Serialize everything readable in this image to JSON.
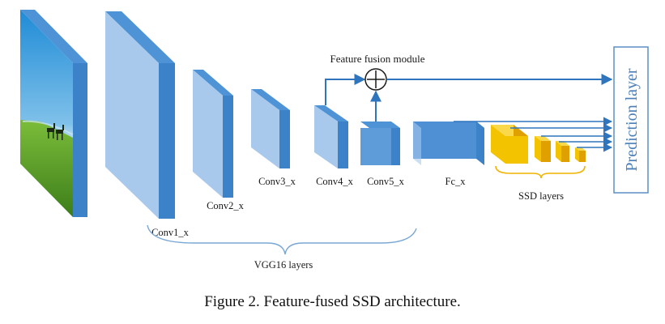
{
  "layers": {
    "conv1": "Conv1_x",
    "conv2": "Conv2_x",
    "conv3": "Conv3_x",
    "conv4": "Conv4_x",
    "conv5": "Conv5_x",
    "fc": "Fc_x"
  },
  "groups": {
    "vgg16": "VGG16 layers",
    "ssd": "SSD layers"
  },
  "feature_fusion": "Feature fusion module",
  "prediction": "Prediction layer",
  "caption": "Figure 2. Feature-fused SSD architecture.",
  "colors": {
    "front": "#a9c9ec",
    "side": "#3b82c8",
    "top": "#4d93d6",
    "fc_front": "#4f8fd3",
    "ssd_front": "#f4c300",
    "ssd_side": "#e0a000",
    "ssd_top": "#f9d84a",
    "arrow": "#2f75bd"
  }
}
